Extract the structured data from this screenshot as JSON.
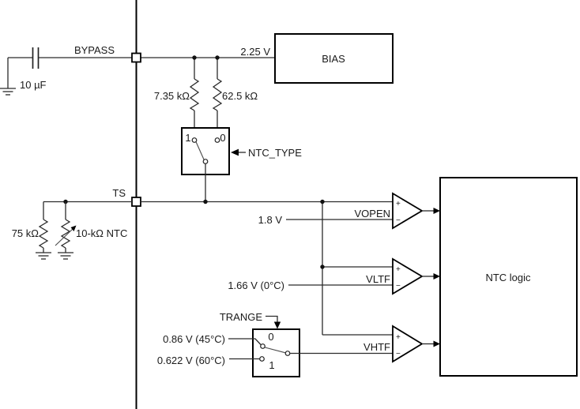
{
  "net_bypass": {
    "pin_label": "BYPASS",
    "cap_value": "10 µF",
    "rail_voltage": "2.25 V"
  },
  "bias_block": {
    "label": "BIAS"
  },
  "divider": {
    "r_pos1": "7.35 kΩ",
    "r_pos0": "62.5 kΩ"
  },
  "ntc_type_switch": {
    "label": "NTC_TYPE",
    "pos1": "1",
    "pos0": "0"
  },
  "net_ts": {
    "pin_label": "TS",
    "r_pulldown": "75 kΩ",
    "ntc_label": "10-kΩ NTC"
  },
  "comparators": {
    "plus": "+",
    "minus": "−",
    "vopen": {
      "label": "VOPEN",
      "ref": "1.8 V"
    },
    "vltf": {
      "label": "VLTF",
      "ref": "1.66 V (0°C)"
    },
    "vhtf": {
      "label": "VHTF"
    }
  },
  "trange_switch": {
    "label": "TRANGE",
    "pos0": "0",
    "pos1": "1",
    "ref0": "0.86 V (45°C)",
    "ref1": "0.622 V (60°C)"
  },
  "logic_block": {
    "label": "NTC logic"
  },
  "colors": {
    "line": "#000000",
    "background": "#ffffff"
  }
}
